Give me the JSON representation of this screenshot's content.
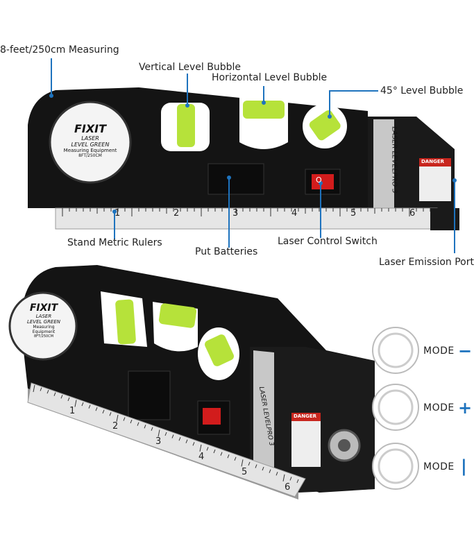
{
  "callouts": {
    "measuring": "8-feet/250cm Measuring",
    "vertical": "Vertical Level Bubble",
    "horizontal": "Horizontal Level Bubble",
    "degree45": "45° Level Bubble",
    "rulers": "Stand Metric Rulers",
    "batteries": "Put Batteries",
    "switch": "Laser Control Switch",
    "port": "Laser Emission Port"
  },
  "product": {
    "brand": "FIXIT",
    "line1": "LASER",
    "line2": "LEVEL GREEN",
    "line3": "Measuring Equipment",
    "line4": "8FT/250CM",
    "model": "LASER LEVELPRO 3",
    "danger": "DANGER",
    "switch_marks": "O",
    "ruler_ticks": [
      "1",
      "2",
      "3",
      "4",
      "5",
      "6"
    ]
  },
  "modes": [
    {
      "label": "MODE",
      "symbol": "−"
    },
    {
      "label": "MODE",
      "symbol": "+"
    },
    {
      "label": "MODE",
      "symbol": "|"
    }
  ],
  "colors": {
    "accent": "#1e73be",
    "body": "#111111",
    "bubble": "#b6e23a",
    "switch": "#d21c1c"
  }
}
